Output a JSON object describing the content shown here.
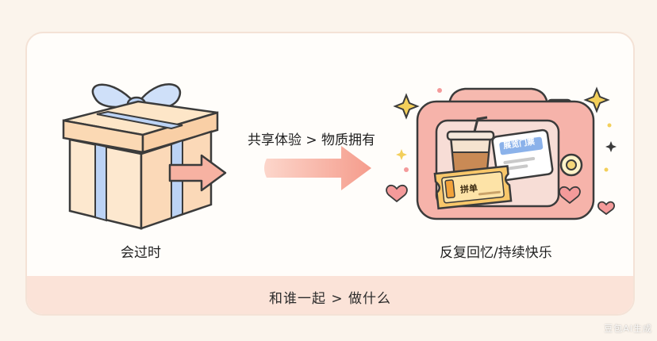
{
  "labels": {
    "left": "会过时",
    "middle": "共享体验 > 物质拥有",
    "right": "反复回忆/持续快乐"
  },
  "footer": {
    "text": "和谁一起 > 做什么"
  },
  "ticket": {
    "small_text": "拼单"
  },
  "exhibit_card": {
    "title": "展览门票"
  },
  "watermark": "豆包AI生成",
  "colors": {
    "background": "#fbf4ec",
    "card": "#fffdfa",
    "footer_band": "#fbe3d8",
    "gift_box": "#fde6c8",
    "ribbon": "#bcd3f5",
    "arrow": "#f7a89a",
    "camera": "#f6b3aa",
    "sparkle": "#f3cf5a",
    "heart": "#f49a9a"
  }
}
